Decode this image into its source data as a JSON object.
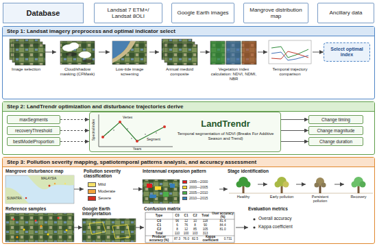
{
  "diagram": {
    "nodes": [
      {
        "text": [
          "Database"
        ]
      },
      {
        "text": [
          "Landsat 7 ETM+/ Landsat 8OLI"
        ]
      },
      {
        "text": [
          "Google Earth images"
        ]
      },
      {
        "text": [
          "Mangrove distribution map"
        ]
      },
      {
        "text": [
          "Ancillary data"
        ]
      },
      {
        "text": [
          "Step 1: Landsat imagery preprocess and optimal indicator select"
        ]
      },
      {
        "text": [
          "Image selection"
        ],
        "in": 5
      },
      {
        "text": [
          "Cloud/shadow masking (CFMask)"
        ],
        "in": 5
      },
      {
        "text": [
          "Low-tide image screening"
        ],
        "in": 5
      },
      {
        "text": [
          "Annual medoid composite"
        ],
        "in": 5
      },
      {
        "text": [
          "Vegetation index calculation: NDVI, NDMI, NBR"
        ],
        "in": 5
      },
      {
        "text": [
          "Temporal trajectory comparison"
        ],
        "in": 5
      },
      {
        "text": [
          "Select optimal index"
        ],
        "in": 5
      },
      {
        "text": [
          "Step 2: LandTrendr optimization and disturbance trajectories derive"
        ]
      },
      {
        "text": [
          "maxSegments"
        ],
        "in": 13
      },
      {
        "text": [
          "recoveryThreshold"
        ],
        "in": 13
      },
      {
        "text": [
          "bestModelProportion"
        ],
        "in": 13
      },
      {
        "text": [
          "LandTrendr",
          "Temporal segmentation of NDVI (Breaks For Additive Season and Trend)"
        ],
        "in": 13
      },
      {
        "text": [
          "Change timing"
        ],
        "in": 13
      },
      {
        "text": [
          "Change magnitude"
        ],
        "in": 13
      },
      {
        "text": [
          "Change duration"
        ],
        "in": 13
      },
      {
        "text": [
          "Step 3: Pollution severity mapping, spatiotemporal patterns analysis, and accuracy assessment"
        ]
      },
      {
        "text": [
          "Mangrove disturbance map"
        ],
        "in": 21
      },
      {
        "text": [
          "Pollution severity classification"
        ],
        "in": 21
      },
      {
        "text": [
          "Interannual expansion pattern"
        ],
        "in": 21
      },
      {
        "text": [
          "Stage identification"
        ],
        "in": 21
      },
      {
        "text": [
          "Healthy"
        ],
        "in": 25
      },
      {
        "text": [
          "Early pollution"
        ],
        "in": 25
      },
      {
        "text": [
          "Persistent pollution"
        ],
        "in": 25
      },
      {
        "text": [
          "Recovery"
        ],
        "in": 25
      },
      {
        "text": [
          "Reference samples"
        ],
        "in": 21
      },
      {
        "text": [
          "Google Earth interpretation"
        ],
        "in": 21
      },
      {
        "text": [
          "Confusion matrix"
        ],
        "in": 21
      },
      {
        "text": [
          "Evaluation metrics"
        ],
        "in": 21
      }
    ],
    "edges": [
      {
        "from": 6,
        "to": 7,
        "arrow": "to"
      },
      {
        "from": 7,
        "to": 8,
        "arrow": "to"
      },
      {
        "from": 8,
        "to": 9,
        "arrow": "to"
      },
      {
        "from": 9,
        "to": 10,
        "arrow": "to"
      },
      {
        "from": 10,
        "to": 11,
        "arrow": "to"
      },
      {
        "from": 11,
        "to": 12,
        "arrow": "to"
      },
      {
        "from": 14,
        "to": 17,
        "arrow": "to"
      },
      {
        "from": 15,
        "to": 17,
        "arrow": "to"
      },
      {
        "from": 16,
        "to": 17,
        "arrow": "to"
      },
      {
        "from": 17,
        "to": 18,
        "arrow": "to"
      },
      {
        "from": 17,
        "to": 19,
        "arrow": "to"
      },
      {
        "from": 17,
        "to": 20,
        "arrow": "to"
      },
      {
        "from": 22,
        "to": 23,
        "arrow": "to"
      },
      {
        "from": 23,
        "to": 24,
        "arrow": "to"
      },
      {
        "from": 24,
        "to": 25,
        "arrow": "to"
      },
      {
        "from": 26,
        "to": 27,
        "arrow": "to"
      },
      {
        "from": 27,
        "to": 28,
        "arrow": "to"
      },
      {
        "from": 28,
        "to": 29,
        "arrow": "to"
      },
      {
        "from": 30,
        "to": 31,
        "arrow": "to"
      },
      {
        "from": 31,
        "to": 32,
        "arrow": "to"
      },
      {
        "from": 32,
        "to": 33,
        "arrow": "to"
      }
    ],
    "labels": [
      "Spectral index",
      "Years",
      "Vertex",
      "Segment",
      "MALAYSIA",
      "SUMATRA",
      "Type",
      "C0",
      "C1",
      "C2",
      "Total",
      "User accuracy (%)",
      "C0",
      "96",
      "12",
      "10",
      "118",
      "81.4",
      "C1",
      "6",
      "76",
      "8",
      "90",
      "84.4",
      "C2",
      "8",
      "12",
      "85",
      "105",
      "81.0",
      "Total",
      "110",
      "100",
      "103",
      "313",
      "Producer accuracy (%)",
      "87.3",
      "76.0",
      "82.5",
      "Kappa coefficient",
      "0.731",
      "Overall accuracy",
      "Kappa coefficient"
    ],
    "legend": [
      {
        "text": "Mild",
        "color": "#f6e26b"
      },
      {
        "text": "Moderate",
        "color": "#f2a33a"
      },
      {
        "text": "Severe",
        "color": "#d7301f"
      },
      {
        "text": "1995—2000",
        "color": "#e41a1c"
      },
      {
        "text": "2000—2005",
        "color": "#ffd92f"
      },
      {
        "text": "2005—2010",
        "color": "#4daf4a"
      },
      {
        "text": "2010—2015",
        "color": "#377eb8"
      }
    ]
  }
}
